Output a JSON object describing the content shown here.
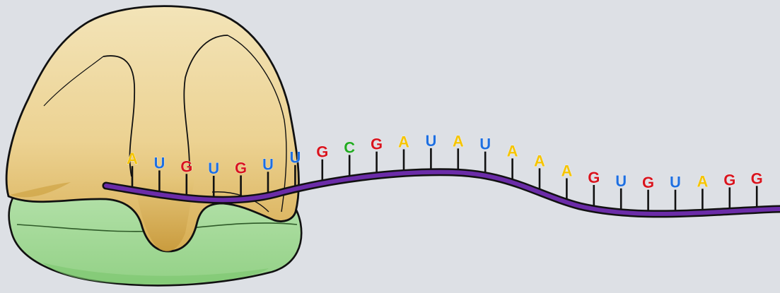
{
  "diagram": {
    "colors": {
      "background": "#dde0e5",
      "large_subunit": "#f0dca6",
      "large_subunit_shadow": "#cfa445",
      "small_subunit": "#a8dca0",
      "small_subunit_shadow": "#7cc66e",
      "mrna_strand": "#6b2ca8",
      "outline": "#111111",
      "A": "#f5c400",
      "U": "#1e6fe0",
      "G": "#d8141e",
      "C": "#22aa22"
    },
    "sequence": [
      {
        "letter": "A",
        "color": "#f5c400"
      },
      {
        "letter": "U",
        "color": "#1e6fe0"
      },
      {
        "letter": "G",
        "color": "#d8141e"
      },
      {
        "letter": "U",
        "color": "#1e6fe0"
      },
      {
        "letter": "G",
        "color": "#d8141e"
      },
      {
        "letter": "U",
        "color": "#1e6fe0"
      },
      {
        "letter": "U",
        "color": "#1e6fe0"
      },
      {
        "letter": "G",
        "color": "#d8141e"
      },
      {
        "letter": "C",
        "color": "#22aa22"
      },
      {
        "letter": "G",
        "color": "#d8141e"
      },
      {
        "letter": "A",
        "color": "#f5c400"
      },
      {
        "letter": "U",
        "color": "#1e6fe0"
      },
      {
        "letter": "A",
        "color": "#f5c400"
      },
      {
        "letter": "U",
        "color": "#1e6fe0"
      },
      {
        "letter": "A",
        "color": "#f5c400"
      },
      {
        "letter": "A",
        "color": "#f5c400"
      },
      {
        "letter": "A",
        "color": "#f5c400"
      },
      {
        "letter": "G",
        "color": "#d8141e"
      },
      {
        "letter": "U",
        "color": "#1e6fe0"
      },
      {
        "letter": "G",
        "color": "#d8141e"
      },
      {
        "letter": "U",
        "color": "#1e6fe0"
      },
      {
        "letter": "A",
        "color": "#f5c400"
      },
      {
        "letter": "G",
        "color": "#d8141e"
      },
      {
        "letter": "G",
        "color": "#d8141e"
      }
    ]
  }
}
